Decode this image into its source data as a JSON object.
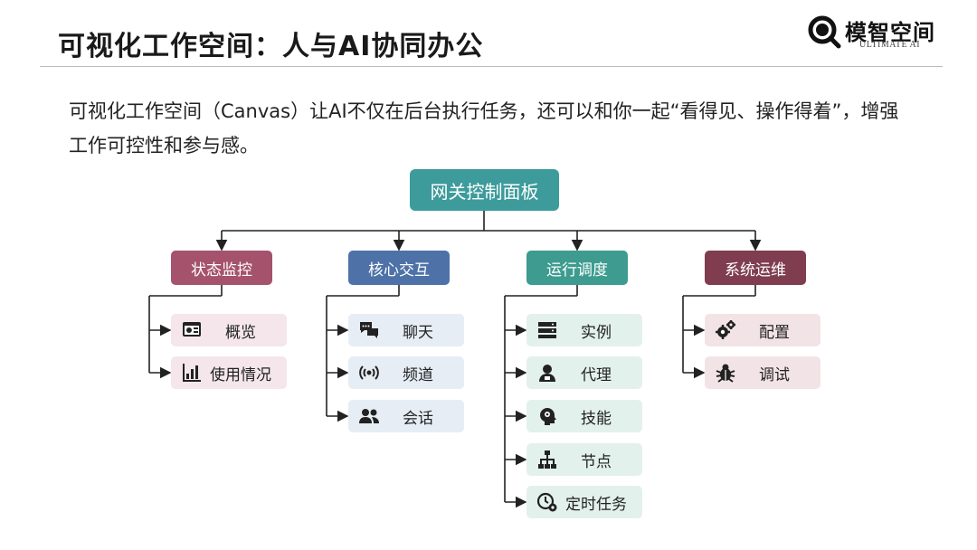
{
  "title": "可视化工作空间：人与AI协同办公",
  "logo": {
    "name": "模智空间",
    "sub": "ULTIMATE AI"
  },
  "intro": "可视化工作空间（Canvas）让AI不仅在后台执行任务，还可以和你一起“看得见、操作得着”，增强工作可控性和参与感。",
  "tree": {
    "root": "网关控制面板",
    "categories": [
      {
        "label": "状态监控",
        "color": "#a5526d",
        "leaf_bg": "#f4e6ea",
        "items": [
          {
            "label": "概览",
            "icon": "dashboard-icon"
          },
          {
            "label": "使用情况",
            "icon": "bar-chart-icon"
          }
        ]
      },
      {
        "label": "核心交互",
        "color": "#4e72a8",
        "leaf_bg": "#e6edf5",
        "items": [
          {
            "label": "聊天",
            "icon": "chat-bubbles-icon"
          },
          {
            "label": "频道",
            "icon": "broadcast-icon"
          },
          {
            "label": "会话",
            "icon": "users-icon"
          }
        ]
      },
      {
        "label": "运行调度",
        "color": "#3d9b8f",
        "leaf_bg": "#e3f1ec",
        "items": [
          {
            "label": "实例",
            "icon": "server-icon"
          },
          {
            "label": "代理",
            "icon": "agent-icon"
          },
          {
            "label": "技能",
            "icon": "brain-gear-icon"
          },
          {
            "label": "节点",
            "icon": "hierarchy-icon"
          },
          {
            "label": "定时任务",
            "icon": "clock-gear-icon"
          }
        ]
      },
      {
        "label": "系统运维",
        "color": "#7f3d4f",
        "leaf_bg": "#f2e4e6",
        "items": [
          {
            "label": "配置",
            "icon": "gears-icon"
          },
          {
            "label": "调试",
            "icon": "bug-icon"
          }
        ]
      }
    ]
  }
}
